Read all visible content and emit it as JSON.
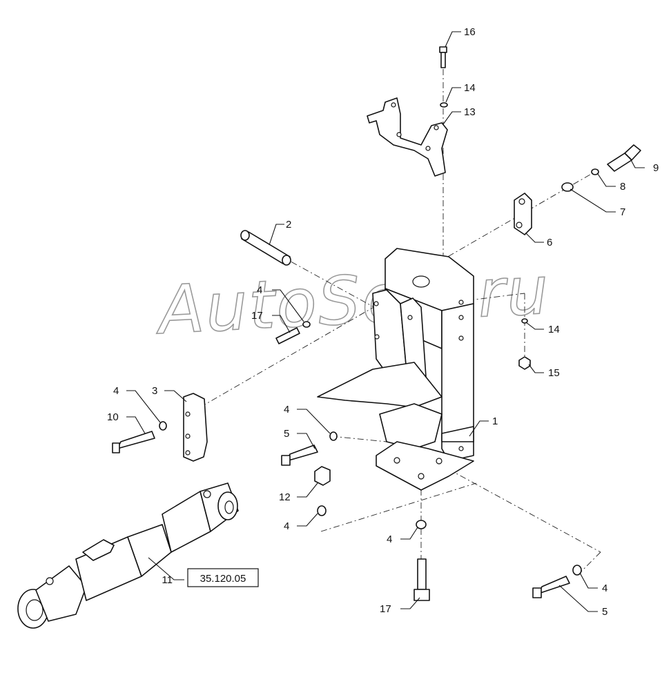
{
  "watermark": "AutoSoft.ru",
  "reference_box": "35.120.05",
  "callouts": [
    "16",
    "14",
    "13",
    "9",
    "8",
    "7",
    "6",
    "2",
    "4",
    "17",
    "14",
    "15",
    "3",
    "4",
    "10",
    "4",
    "5",
    "1",
    "12",
    "4",
    "4",
    "11",
    "4",
    "5",
    "17"
  ]
}
